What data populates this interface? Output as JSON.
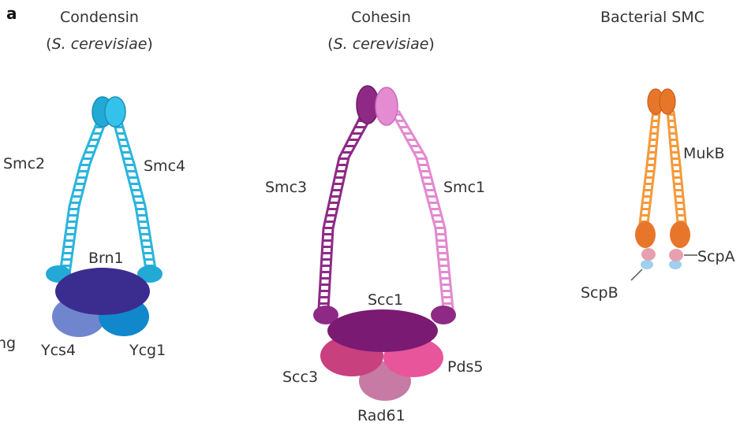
{
  "panel_letter": "a",
  "condensin": {
    "title": "Condensin",
    "species_open": "(",
    "species": "S. cerevisiae",
    "species_close": ")",
    "labels": {
      "smc_left": "Smc2",
      "smc_right": "Smc4",
      "kleisin": "Brn1",
      "sub_left": "Ycs4",
      "sub_right": "Ycg1"
    },
    "colors": {
      "arm": "#2bb5dd",
      "head": "#29b6e0",
      "kleisin": "#3b2d8f",
      "sub_left": "#6f86cf",
      "sub_right": "#1188cc"
    }
  },
  "cohesin": {
    "title": "Cohesin",
    "species_open": "(",
    "species": "S. cerevisiae",
    "species_close": ")",
    "labels": {
      "smc_left": "Smc3",
      "smc_right": "Smc1",
      "kleisin": "Scc1",
      "sub_left": "Scc3",
      "sub_right": "Pds5",
      "sub_bottom": "Rad61"
    },
    "colors": {
      "arm_left": "#8e2a86",
      "arm_right": "#e38ad0",
      "kleisin": "#7b1a73",
      "sub_left": "#c8407e",
      "sub_right": "#e8559a",
      "sub_bottom": "#c77aa4"
    }
  },
  "bacterial": {
    "title": "Bacterial SMC",
    "labels": {
      "smc": "MukB",
      "right_sub": "ScpA",
      "left_sub": "ScpB"
    },
    "colors": {
      "arm": "#f49a3c",
      "head": "#e8762a",
      "scpA": "#e6a0b0",
      "scpB": "#9fd0ef"
    }
  },
  "edge_fragment": "ng"
}
